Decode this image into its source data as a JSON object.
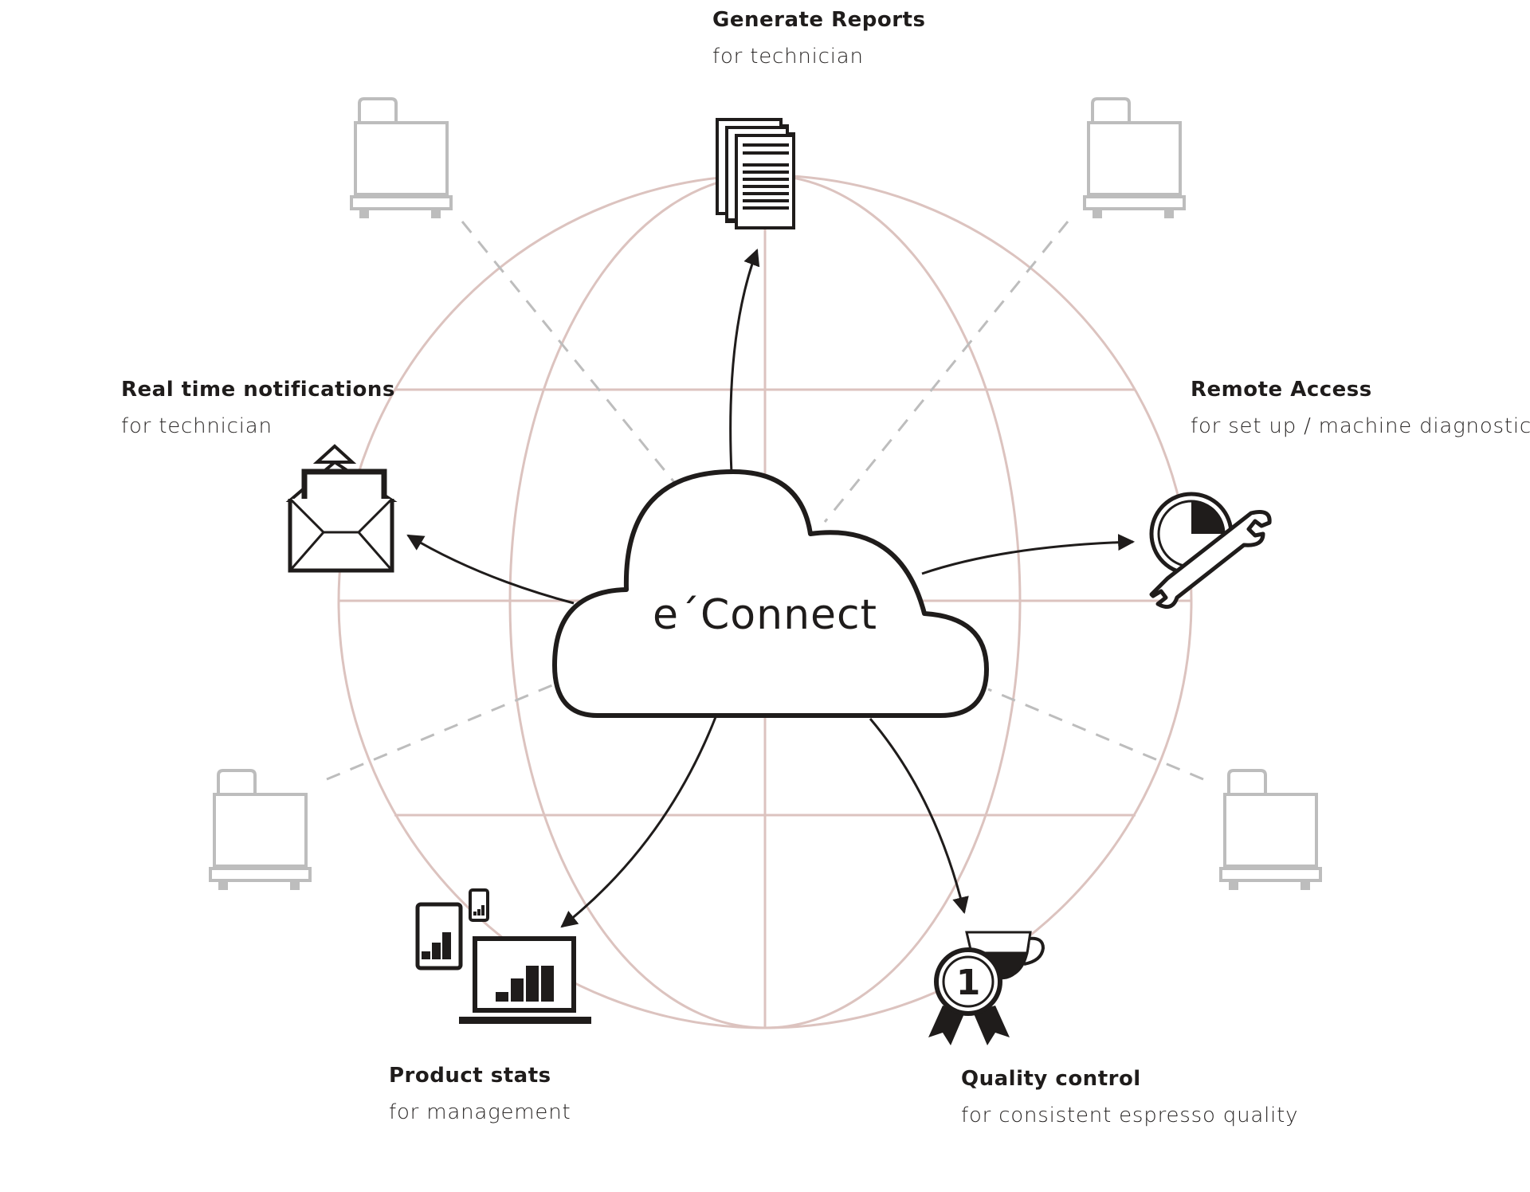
{
  "center": {
    "label": "e´Connect",
    "icon": "cloud-icon"
  },
  "features": [
    {
      "id": "generate-reports",
      "title": "Generate Reports",
      "subtitle": "for technician",
      "icon": "documents-icon"
    },
    {
      "id": "real-time-notifications",
      "title": "Real time notifications",
      "subtitle": "for technician",
      "icon": "envelope-icon"
    },
    {
      "id": "remote-access",
      "title": "Remote Access",
      "subtitle": "for set up / machine diagnostics",
      "icon": "gauge-wrench-icon"
    },
    {
      "id": "product-stats",
      "title": "Product stats",
      "subtitle": "for management",
      "icon": "devices-bar-chart-icon"
    },
    {
      "id": "quality-control",
      "title": "Quality control",
      "subtitle": "for consistent espresso quality",
      "icon": "award-cup-icon"
    }
  ],
  "badge_number": "1",
  "machines": [
    {
      "position": "top-left",
      "icon": "espresso-machine-icon"
    },
    {
      "position": "top-right",
      "icon": "espresso-machine-icon"
    },
    {
      "position": "bottom-left",
      "icon": "espresso-machine-icon"
    },
    {
      "position": "bottom-right",
      "icon": "espresso-machine-icon"
    }
  ],
  "colors": {
    "globe_lines": "#dcc3bf",
    "machine_gray": "#bdbdbd",
    "ink": "#1f1c1b",
    "background": "#ffffff"
  }
}
